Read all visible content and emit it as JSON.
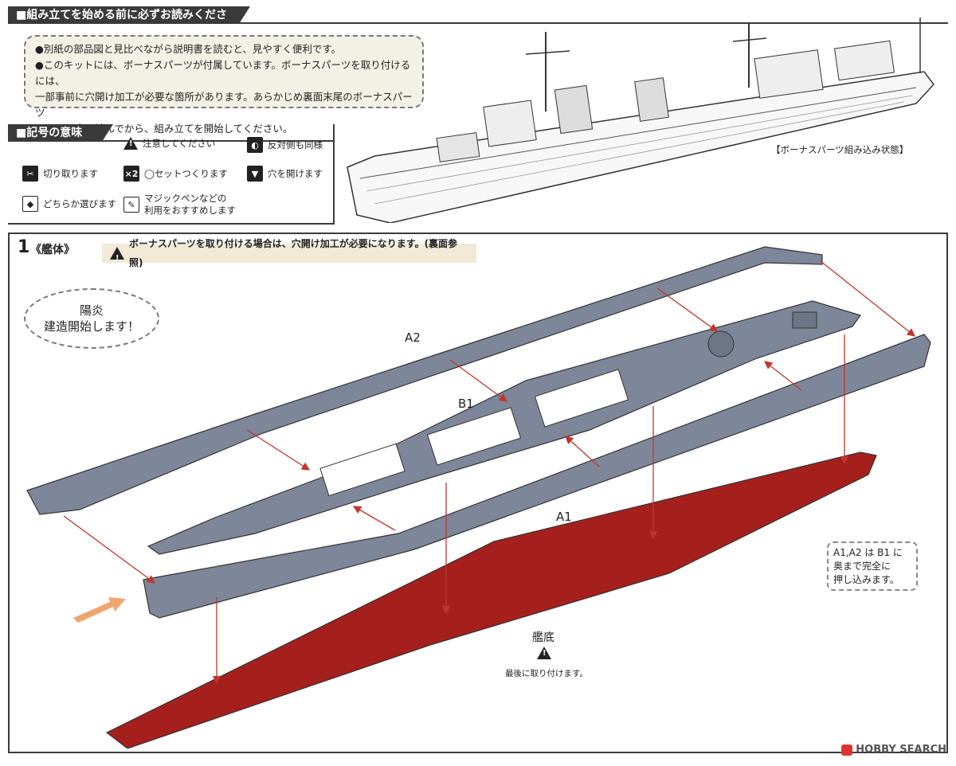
{
  "header_main": "■組み立てを始める前に必ずお読みください",
  "notes": [
    "●別紙の部品図と見比べながら説明書を読むと、見やすく便利です。",
    "●このキットには、ボーナスパーツが付属しています。ボーナスパーツを取り付けるには、",
    "一部事前に穴開け加工が必要な箇所があります。あらかじめ裏面末尾のボーナスパーツ",
    "の項目を良く読んでから、組み立てを開始してください。"
  ],
  "header_symbols": "■記号の意味",
  "symbols": {
    "caution": "注意してください",
    "mirror": "反対側も同様",
    "cut": "切り取ります",
    "set": "◯セットつくります",
    "set_icon": "×2",
    "drill": "穴を開けます",
    "choose": "どちらか選びます",
    "pen_line1": "マジックペンなどの",
    "pen_line2": "利用をおすすめします"
  },
  "ship_caption": "【ボーナスパーツ組み込み状態】",
  "step": {
    "number": "1",
    "title": "《艦体》",
    "warning": "ボーナスパーツを取り付ける場合は、穴開け加工が必要になります。(裏面参照)",
    "bubble_line1": "陽炎",
    "bubble_line2": "建造開始します！",
    "part_a2": "A2",
    "part_b1": "B1",
    "part_a1": "A1",
    "hull_bottom": "艦底",
    "hull_note": "最後に取り付けます。",
    "press_note": [
      "A1,A2 は B1 に",
      "奥まで完全に",
      "押し込みます。"
    ]
  },
  "watermark": "HOBBY SEARCH",
  "colors": {
    "part_gray": "#7e8799",
    "hull_red": "#a5201c",
    "arrow_red": "#c0362c",
    "note_bg": "#f2ead6"
  }
}
